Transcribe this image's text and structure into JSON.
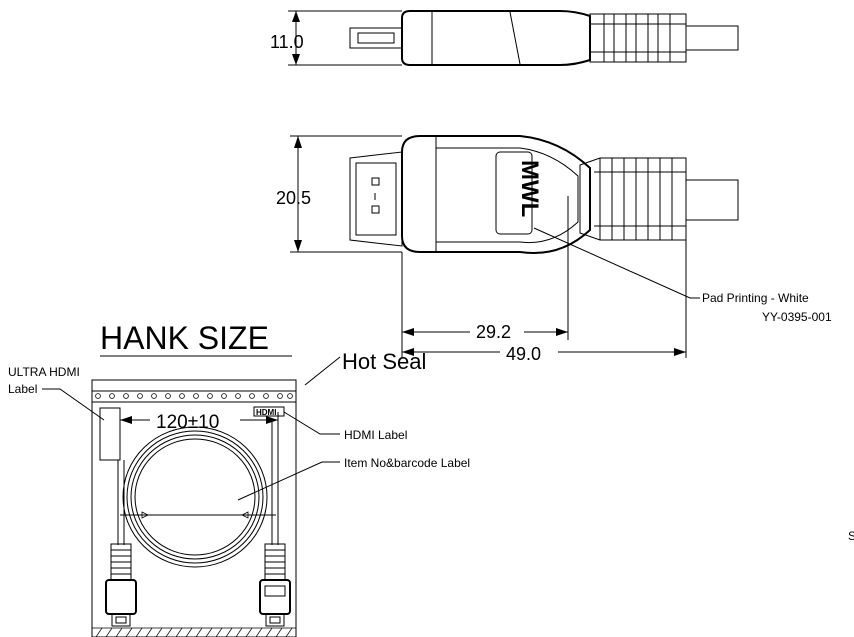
{
  "dimensions": {
    "thickness": "11.0",
    "width": "20.5",
    "head_length": "29.2",
    "overall_length": "49.0",
    "hank_diameter": "120±10"
  },
  "section_title": "HANK SIZE",
  "labels": {
    "hot_seal": "Hot Seal",
    "ultra_hdmi_line1": "ULTRA HDMI",
    "ultra_hdmi_line2": "Label",
    "hdmi_label": "HDMI Label",
    "item_label": "Item No&barcode  Label",
    "pad_printing": "Pad Printing - White",
    "part_code": "YY-0395-001",
    "logo_text": "MWL",
    "edge_fragment": "S"
  },
  "colors": {
    "line": "#000000",
    "background": "#ffffff"
  }
}
